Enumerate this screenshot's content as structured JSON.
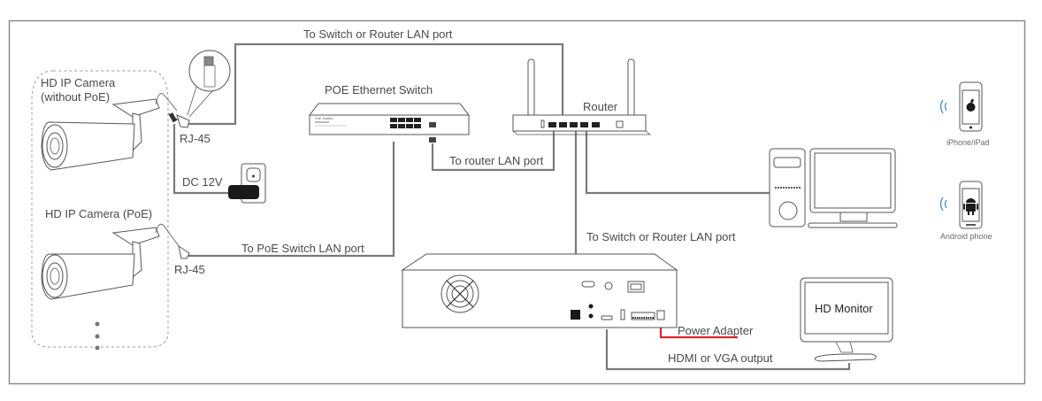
{
  "diagram": {
    "title": "HD IP camera network connection diagram",
    "colors": {
      "wire": "#7a7a7a",
      "power_wire": "#d9252b",
      "wifi": "#3a8fd0",
      "frame": "#7f7f7f",
      "text": "#4a4a4a"
    },
    "cameras": {
      "camera_no_poe_label_line1": "HD IP Camera",
      "camera_no_poe_label_line2": "(without PoE)",
      "camera_poe_label": "HD IP Camera (PoE)",
      "rj45_label_1": "RJ-45",
      "rj45_label_2": "RJ-45",
      "dc_label": "DC 12V",
      "more_indicator": "more-cameras-ellipsis"
    },
    "connections": {
      "top_wire_label": "To Switch or Router LAN port",
      "poe_wire_label": "To PoE Switch LAN port",
      "switch_to_router_label": "To router LAN port",
      "nvr_to_router_label": "To Switch or Router LAN port",
      "power_label": "Power Adapter",
      "video_output_label": "HDMI or VGA output"
    },
    "devices": {
      "switch_label": "POE Ethernet Switch",
      "switch_brand": "PoE Switch",
      "router_label": "Router",
      "monitor_label": "HD Monitor",
      "iphone_label": "iPhone/iPad",
      "android_label": "Android phone"
    },
    "icons": [
      "camera-icon",
      "rj45-connector-icon",
      "power-outlet-icon",
      "power-adapter-icon",
      "switch-icon",
      "router-icon",
      "pc-icon",
      "nvr-icon",
      "monitor-icon",
      "iphone-icon",
      "android-icon",
      "wifi-icon",
      "apple-logo-icon",
      "android-logo-icon"
    ]
  }
}
